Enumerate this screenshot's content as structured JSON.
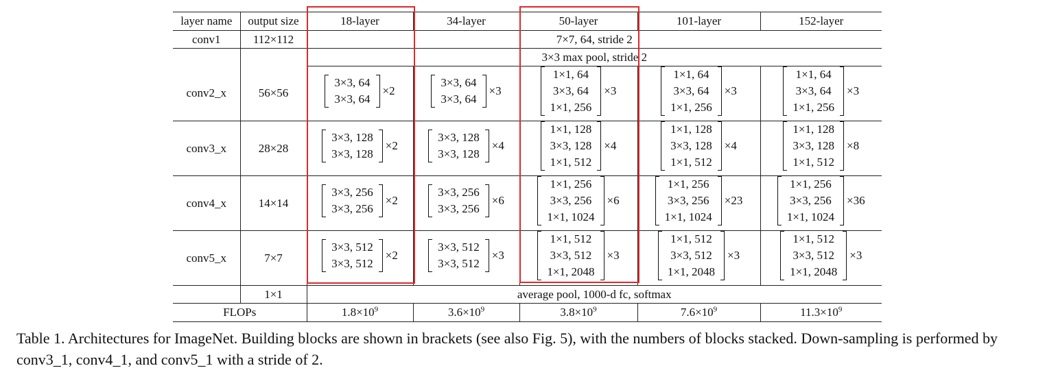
{
  "table": {
    "header": [
      "layer name",
      "output size",
      "18-layer",
      "34-layer",
      "50-layer",
      "101-layer",
      "152-layer"
    ],
    "conv1": {
      "name": "conv1",
      "size": "112×112",
      "desc": "7×7, 64, stride 2"
    },
    "maxpool": {
      "desc": "3×3 max pool, stride 2"
    },
    "stages": [
      {
        "name": "conv2_x",
        "size": "56×56",
        "blocks": [
          {
            "lines": [
              "3×3, 64",
              "3×3, 64"
            ],
            "mult": "×2"
          },
          {
            "lines": [
              "3×3, 64",
              "3×3, 64"
            ],
            "mult": "×3"
          },
          {
            "lines": [
              "1×1, 64",
              "3×3, 64",
              "1×1, 256"
            ],
            "mult": "×3"
          },
          {
            "lines": [
              "1×1, 64",
              "3×3, 64",
              "1×1, 256"
            ],
            "mult": "×3"
          },
          {
            "lines": [
              "1×1, 64",
              "3×3, 64",
              "1×1, 256"
            ],
            "mult": "×3"
          }
        ]
      },
      {
        "name": "conv3_x",
        "size": "28×28",
        "blocks": [
          {
            "lines": [
              "3×3, 128",
              "3×3, 128"
            ],
            "mult": "×2"
          },
          {
            "lines": [
              "3×3, 128",
              "3×3, 128"
            ],
            "mult": "×4"
          },
          {
            "lines": [
              "1×1, 128",
              "3×3, 128",
              "1×1, 512"
            ],
            "mult": "×4"
          },
          {
            "lines": [
              "1×1, 128",
              "3×3, 128",
              "1×1, 512"
            ],
            "mult": "×4"
          },
          {
            "lines": [
              "1×1, 128",
              "3×3, 128",
              "1×1, 512"
            ],
            "mult": "×8"
          }
        ]
      },
      {
        "name": "conv4_x",
        "size": "14×14",
        "blocks": [
          {
            "lines": [
              "3×3, 256",
              "3×3, 256"
            ],
            "mult": "×2"
          },
          {
            "lines": [
              "3×3, 256",
              "3×3, 256"
            ],
            "mult": "×6"
          },
          {
            "lines": [
              "1×1, 256",
              "3×3, 256",
              "1×1, 1024"
            ],
            "mult": "×6"
          },
          {
            "lines": [
              "1×1, 256",
              "3×3, 256",
              "1×1, 1024"
            ],
            "mult": "×23"
          },
          {
            "lines": [
              "1×1, 256",
              "3×3, 256",
              "1×1, 1024"
            ],
            "mult": "×36"
          }
        ]
      },
      {
        "name": "conv5_x",
        "size": "7×7",
        "blocks": [
          {
            "lines": [
              "3×3, 512",
              "3×3, 512"
            ],
            "mult": "×2"
          },
          {
            "lines": [
              "3×3, 512",
              "3×3, 512"
            ],
            "mult": "×3"
          },
          {
            "lines": [
              "1×1, 512",
              "3×3, 512",
              "1×1, 2048"
            ],
            "mult": "×3"
          },
          {
            "lines": [
              "1×1, 512",
              "3×3, 512",
              "1×1, 2048"
            ],
            "mult": "×3"
          },
          {
            "lines": [
              "1×1, 512",
              "3×3, 512",
              "1×1, 2048"
            ],
            "mult": "×3"
          }
        ]
      }
    ],
    "final": {
      "size": "1×1",
      "desc": "average pool, 1000-d fc, softmax"
    },
    "flops": {
      "label": "FLOPs",
      "values": [
        {
          "mantissa": "1.8×10",
          "exp": "9"
        },
        {
          "mantissa": "3.6×10",
          "exp": "9"
        },
        {
          "mantissa": "3.8×10",
          "exp": "9"
        },
        {
          "mantissa": "7.6×10",
          "exp": "9"
        },
        {
          "mantissa": "11.3×10",
          "exp": "9"
        }
      ]
    }
  },
  "highlight_color": "#e02828",
  "caption": "Table 1. Architectures for ImageNet. Building blocks are shown in brackets (see also Fig. 5), with the numbers of blocks stacked. Down-sampling is performed by conv3_1, conv4_1, and conv5_1 with a stride of 2."
}
